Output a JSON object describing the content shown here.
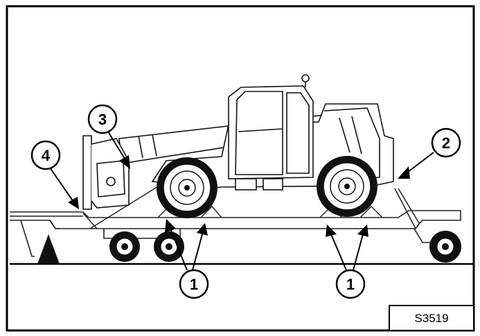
{
  "figure": {
    "code": "S3519",
    "callouts": {
      "c1_left": "1",
      "c1_right": "1",
      "c2": "2",
      "c3": "3",
      "c4": "4"
    }
  }
}
